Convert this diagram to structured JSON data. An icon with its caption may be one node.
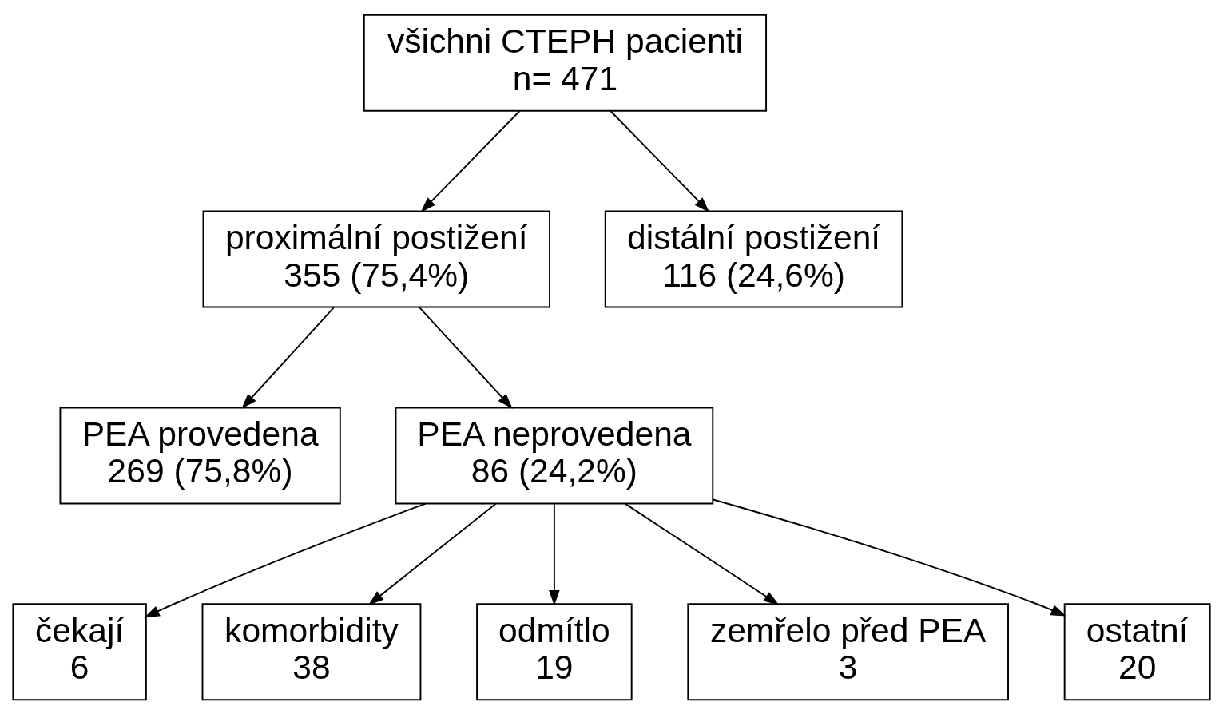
{
  "diagram": {
    "nodes": [
      {
        "text": [
          "všichni CTEPH pacienti",
          "n= 471"
        ]
      },
      {
        "text": [
          "proximální postižení",
          "355 (75,4%)"
        ]
      },
      {
        "text": [
          "distální postižení",
          "116 (24,6%)"
        ]
      },
      {
        "text": [
          "PEA provedena",
          "269 (75,8%)"
        ]
      },
      {
        "text": [
          "PEA neprovedena",
          "86 (24,2%)"
        ]
      },
      {
        "text": [
          "čekají",
          "6"
        ]
      },
      {
        "text": [
          "komorbidity",
          "38"
        ]
      },
      {
        "text": [
          "odmítlo",
          "19"
        ]
      },
      {
        "text": [
          "zemřelo před PEA",
          "3"
        ]
      },
      {
        "text": [
          "ostatní",
          "20"
        ]
      }
    ],
    "edges": [
      {
        "from": 0,
        "to": 1,
        "arrow": "to"
      },
      {
        "from": 0,
        "to": 2,
        "arrow": "to"
      },
      {
        "from": 1,
        "to": 3,
        "arrow": "to"
      },
      {
        "from": 1,
        "to": 4,
        "arrow": "to"
      },
      {
        "from": 4,
        "to": 5,
        "arrow": "to"
      },
      {
        "from": 4,
        "to": 6,
        "arrow": "to"
      },
      {
        "from": 4,
        "to": 7,
        "arrow": "to"
      },
      {
        "from": 4,
        "to": 8,
        "arrow": "to"
      },
      {
        "from": 4,
        "to": 9,
        "arrow": "to"
      }
    ]
  }
}
